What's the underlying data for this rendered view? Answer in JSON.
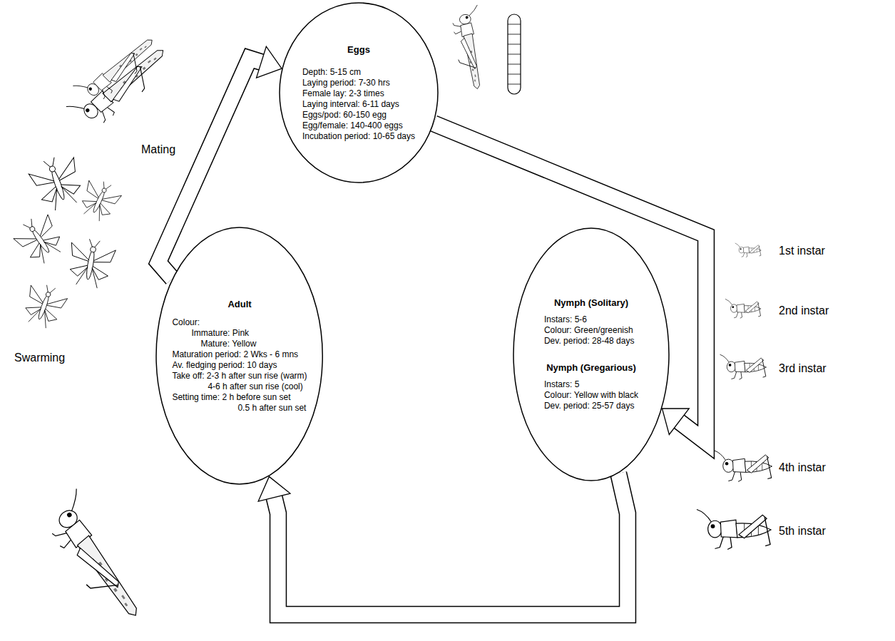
{
  "diagram": {
    "nodes": [
      {
        "text": [
          "Eggs",
          "Depth: 5-15 cm",
          "Laying period: 7-30 hrs",
          "Female lay: 2-3 times",
          "Laying interval: 6-11 days",
          "Eggs/pod: 60-150 egg",
          "Egg/female: 140-400 eggs",
          "Incubation period: 10-65 days"
        ]
      },
      {
        "text": [
          "Adult",
          "Colour:",
          "Immature: Pink",
          "Mature: Yellow",
          "Maturation period: 2 Wks - 6 mns",
          "Av. fledging period: 10 days",
          "Take off: 2-3 h after sun rise (warm)",
          "4-6 h after sun rise (cool)",
          "Setting time: 2 h before sun set",
          "0.5 h after sun set"
        ]
      },
      {
        "text": [
          "Nymph (Solitary)",
          "Instars: 5-6",
          "Colour: Green/greenish",
          "Dev. period: 28-48 days",
          "Nymph (Gregarious)",
          "Instars: 5",
          "Colour: Yellow with black",
          "Dev. period: 25-57 days"
        ]
      }
    ],
    "edges": [
      {
        "from": 0,
        "to": 2,
        "arrow": "to"
      },
      {
        "from": 2,
        "to": 1,
        "arrow": "to"
      },
      {
        "from": 1,
        "to": 0,
        "arrow": "to"
      }
    ],
    "labels": [
      "Mating",
      "Swarming",
      "1st instar",
      "2nd instar",
      "3rd instar",
      "4th instar",
      "5th instar"
    ]
  }
}
